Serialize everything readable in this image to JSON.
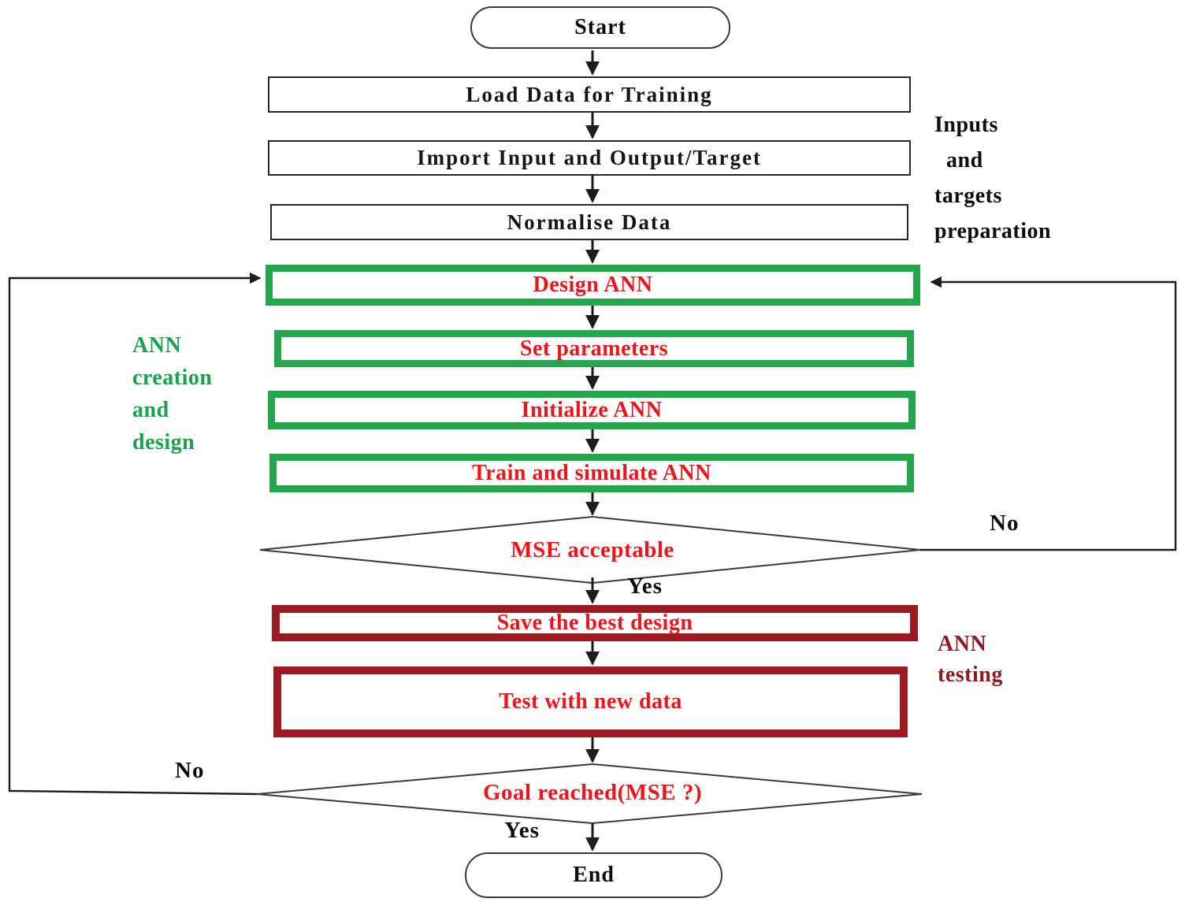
{
  "nodes": {
    "start": {
      "label": "Start",
      "type": "terminator"
    },
    "load_data": {
      "label": "Load Data for Training",
      "type": "process"
    },
    "import_io": {
      "label": "Import Input and Output/Target",
      "type": "process"
    },
    "normalise": {
      "label": "Normalise Data",
      "type": "process"
    },
    "design_ann": {
      "label": "Design ANN",
      "type": "process-green"
    },
    "set_params": {
      "label": "Set parameters",
      "type": "process-green"
    },
    "init_ann": {
      "label": "Initialize ANN",
      "type": "process-green"
    },
    "train_sim": {
      "label": "Train and simulate ANN",
      "type": "process-green"
    },
    "mse_decision": {
      "label": "MSE acceptable",
      "type": "decision"
    },
    "save_design": {
      "label": "Save the best design",
      "type": "process-maroon"
    },
    "test_new": {
      "label": "Test with new data",
      "type": "process-maroon"
    },
    "goal_decision": {
      "label": "Goal reached(MSE ?)",
      "type": "decision"
    },
    "end": {
      "label": "End",
      "type": "terminator"
    }
  },
  "edges": [
    {
      "from": "start",
      "to": "load_data"
    },
    {
      "from": "load_data",
      "to": "import_io"
    },
    {
      "from": "import_io",
      "to": "normalise"
    },
    {
      "from": "normalise",
      "to": "design_ann"
    },
    {
      "from": "design_ann",
      "to": "set_params"
    },
    {
      "from": "set_params",
      "to": "init_ann"
    },
    {
      "from": "init_ann",
      "to": "train_sim"
    },
    {
      "from": "train_sim",
      "to": "mse_decision"
    },
    {
      "from": "mse_decision",
      "to": "save_design",
      "label": "Yes"
    },
    {
      "from": "save_design",
      "to": "test_new"
    },
    {
      "from": "test_new",
      "to": "goal_decision"
    },
    {
      "from": "goal_decision",
      "to": "end",
      "label": "Yes"
    },
    {
      "from": "mse_decision",
      "to": "design_ann",
      "label": "No"
    },
    {
      "from": "goal_decision",
      "to": "design_ann",
      "label": "No"
    }
  ],
  "annotations": {
    "inputs_prep": "Inputs\n  and\ntargets\npreparation",
    "ann_creation": "ANN\ncreation\nand\ndesign",
    "ann_testing": "ANN\ntesting"
  },
  "colors": {
    "green_border": "#24a74d",
    "green_text": "#17a34a",
    "red_text": "#f3121a",
    "maroon_border": "#9c1b22",
    "maroon_text": "#8e1a1f",
    "line_black": "#1c1c1c"
  }
}
